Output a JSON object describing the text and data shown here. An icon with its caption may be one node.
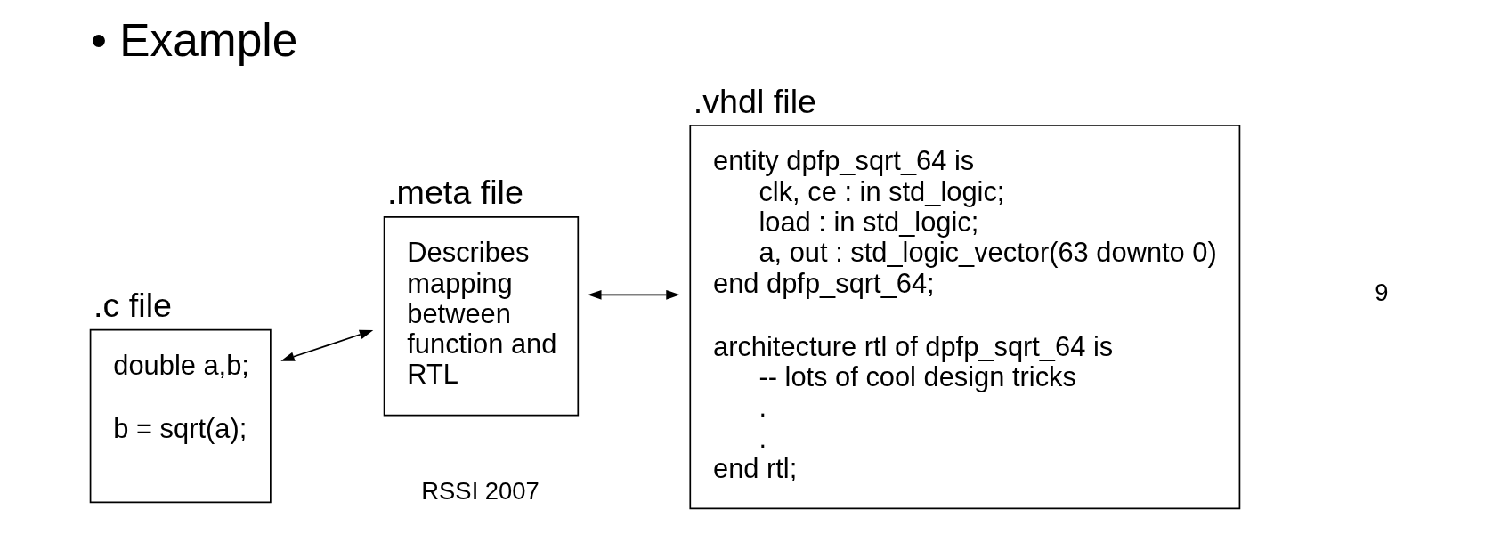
{
  "diagram": {
    "title": "• Example",
    "nodes": [
      {
        "text": [
          ".c file",
          "double a,b;",
          "b = sqrt(a);"
        ]
      },
      {
        "text": [
          ".meta file",
          "Describes mapping between function and RTL"
        ]
      },
      {
        "text": [
          ".vhdl file",
          "entity dpfp_sqrt_64 is",
          "clk, ce : in std_logic;",
          "load : in std_logic;",
          "a, out : std_logic_vector(63 downto 0)",
          "end dpfp_sqrt_64;",
          "architecture rtl of dpfp_sqrt_64 is",
          "-- lots of cool design tricks",
          ".",
          ".",
          "end rtl;"
        ]
      }
    ],
    "edges": [
      {
        "from": 0,
        "to": 1,
        "arrow": "both"
      },
      {
        "from": 1,
        "to": 2,
        "arrow": "both"
      }
    ],
    "labels": [
      "RSSI 2007",
      "9"
    ]
  }
}
